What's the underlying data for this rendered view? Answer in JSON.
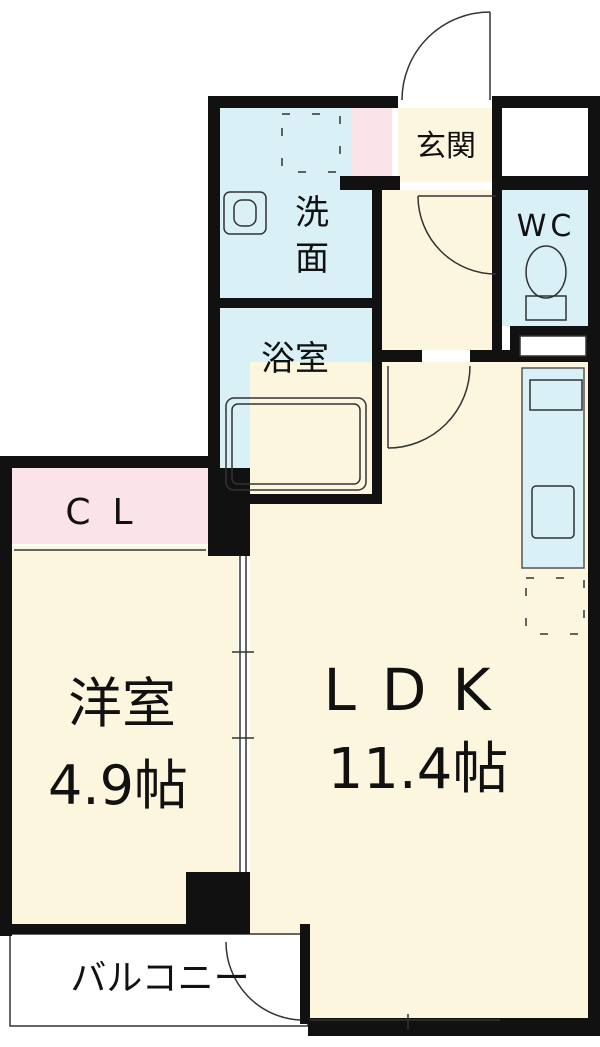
{
  "rooms": {
    "genkan": {
      "label": "玄関"
    },
    "senmen": {
      "line1": "洗",
      "line2": "面"
    },
    "wc": {
      "label": "WC"
    },
    "yokushitsu": {
      "label": "浴室"
    },
    "cl": {
      "label": "CL"
    },
    "yoshitsu": {
      "name": "洋室",
      "size": "4.9帖"
    },
    "ldk": {
      "name": "LDK",
      "size": "11.4帖"
    },
    "balcony": {
      "label": "バルコニー"
    }
  },
  "colors": {
    "wall": "#111111",
    "wet_area": "#daf0f7",
    "floor": "#fdf6de",
    "closet": "#fbe3ea",
    "balcony": "#ffffff",
    "fixture_line": "#555555"
  }
}
